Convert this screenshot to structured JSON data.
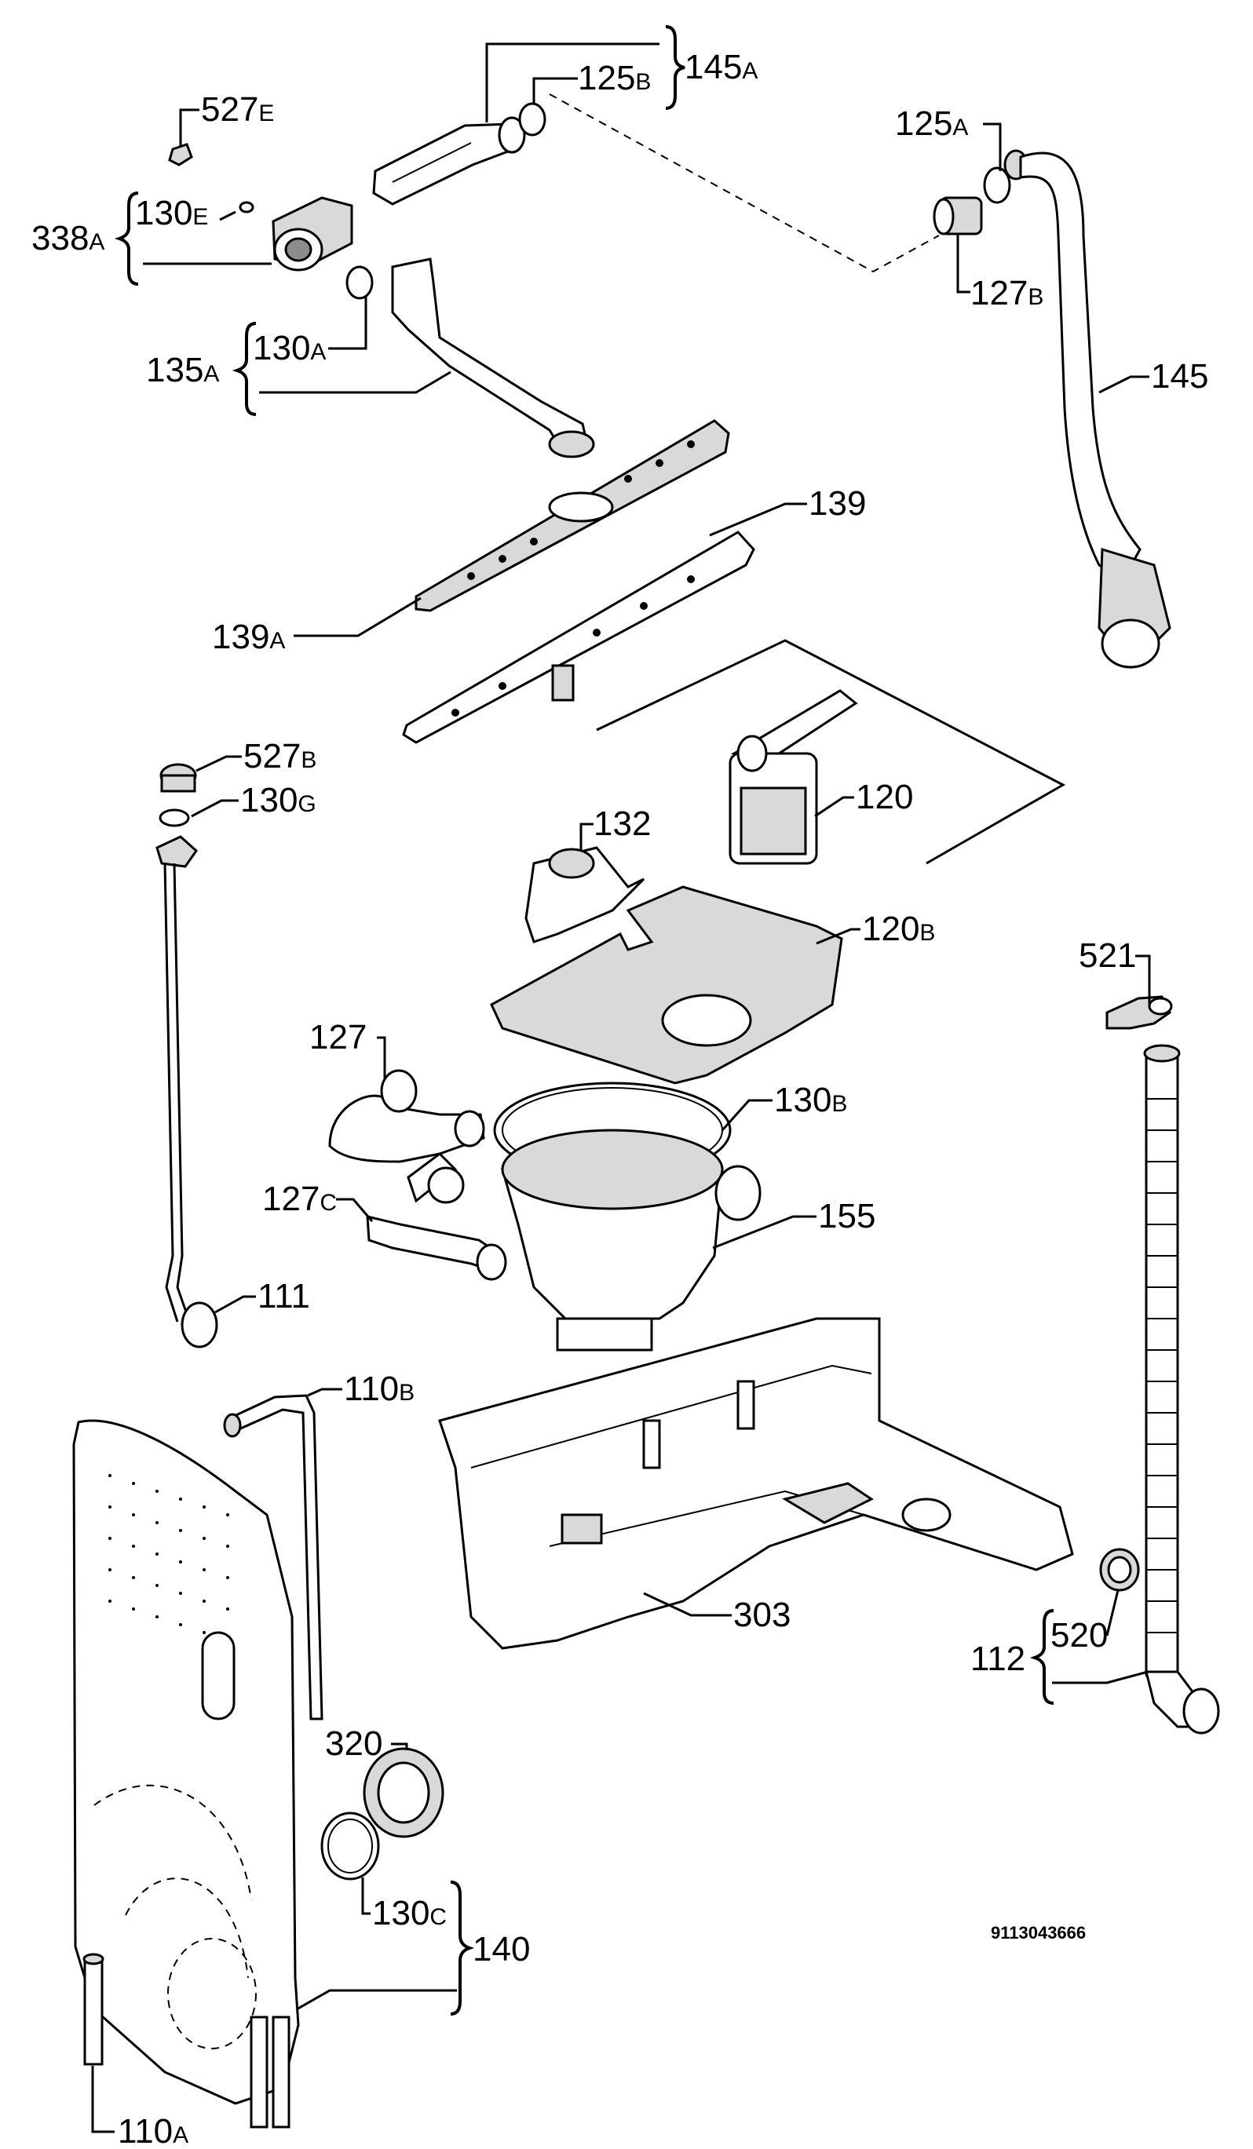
{
  "diagram": {
    "doc_code": "9113043666",
    "labels": {
      "l145A": {
        "main": "145",
        "suffix": "A"
      },
      "l125B": {
        "main": "125",
        "suffix": "B"
      },
      "l527E": {
        "main": "527",
        "suffix": "E"
      },
      "l338A": {
        "main": "338",
        "suffix": "A"
      },
      "l130E": {
        "main": "130",
        "suffix": "E"
      },
      "l135A": {
        "main": "135",
        "suffix": "A"
      },
      "l130A": {
        "main": "130",
        "suffix": "A"
      },
      "l125A": {
        "main": "125",
        "suffix": "A"
      },
      "l127B": {
        "main": "127",
        "suffix": "B"
      },
      "l145": {
        "main": "145",
        "suffix": ""
      },
      "l139": {
        "main": "139",
        "suffix": ""
      },
      "l139A": {
        "main": "139",
        "suffix": "A"
      },
      "l527B": {
        "main": "527",
        "suffix": "B"
      },
      "l130G": {
        "main": "130",
        "suffix": "G"
      },
      "l132": {
        "main": "132",
        "suffix": ""
      },
      "l120": {
        "main": "120",
        "suffix": ""
      },
      "l120B": {
        "main": "120",
        "suffix": "B"
      },
      "l521": {
        "main": "521",
        "suffix": ""
      },
      "l127": {
        "main": "127",
        "suffix": ""
      },
      "l130B": {
        "main": "130",
        "suffix": "B"
      },
      "l127C": {
        "main": "127",
        "suffix": "C"
      },
      "l155": {
        "main": "155",
        "suffix": ""
      },
      "l111": {
        "main": "111",
        "suffix": ""
      },
      "l110B": {
        "main": "110",
        "suffix": "B"
      },
      "l303": {
        "main": "303",
        "suffix": ""
      },
      "l112": {
        "main": "112",
        "suffix": ""
      },
      "l520": {
        "main": "520",
        "suffix": ""
      },
      "l320": {
        "main": "320",
        "suffix": ""
      },
      "l130C": {
        "main": "130",
        "suffix": "C"
      },
      "l140": {
        "main": "140",
        "suffix": ""
      },
      "l110A": {
        "main": "110",
        "suffix": "A"
      }
    }
  }
}
